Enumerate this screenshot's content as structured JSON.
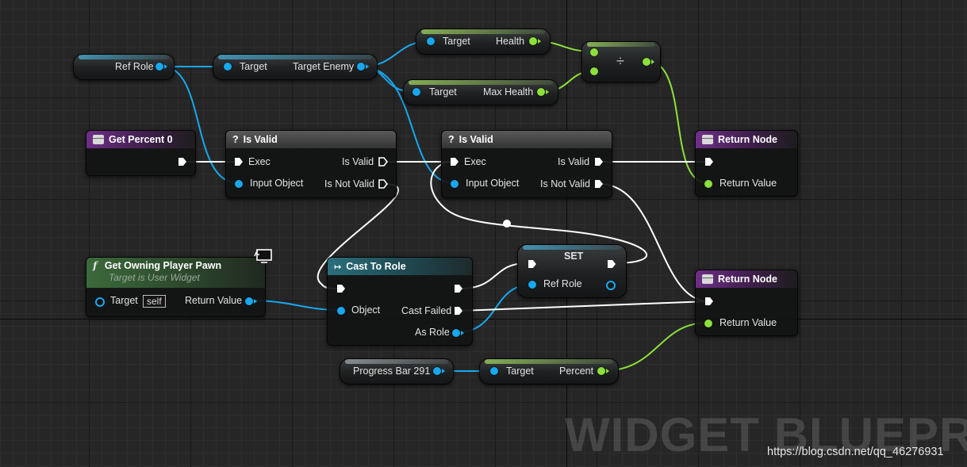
{
  "nodes": {
    "ref_role_var": {
      "label": "Ref Role"
    },
    "target_enemy_getter": {
      "target_label": "Target",
      "output_label": "Target Enemy"
    },
    "health_getter": {
      "target_label": "Target",
      "output_label": "Health"
    },
    "max_health_getter": {
      "target_label": "Target",
      "output_label": "Max Health"
    },
    "divide_node": {
      "symbol": "÷"
    },
    "get_percent": {
      "title": "Get Percent 0"
    },
    "is_valid_1": {
      "title": "Is Valid",
      "exec_label": "Exec",
      "input_label": "Input Object",
      "out_valid_label": "Is Valid",
      "out_not_valid_label": "Is Not Valid"
    },
    "is_valid_2": {
      "title": "Is Valid",
      "exec_label": "Exec",
      "input_label": "Input Object",
      "out_valid_label": "Is Valid",
      "out_not_valid_label": "Is Not Valid"
    },
    "return_node_1": {
      "title": "Return Node",
      "return_label": "Return Value"
    },
    "return_node_2": {
      "title": "Return Node",
      "return_label": "Return Value"
    },
    "get_owning_player_pawn": {
      "title": "Get Owning Player Pawn",
      "subtitle": "Target is User Widget",
      "target_label": "Target",
      "self_label": "self",
      "output_label": "Return Value"
    },
    "cast_to_role": {
      "title": "Cast To Role",
      "object_label": "Object",
      "cast_failed_label": "Cast Failed",
      "as_role_label": "As Role"
    },
    "set_node": {
      "title": "SET",
      "ref_role_label": "Ref Role"
    },
    "progress_bar_var": {
      "label": "Progress Bar 291"
    },
    "percent_getter": {
      "target_label": "Target",
      "output_label": "Percent"
    }
  },
  "watermark": "WIDGET BLUEPRINT",
  "url_watermark": "https://blog.csdn.net/qq_46276931",
  "colors": {
    "exec_wire": "#ffffff",
    "object_pin": "#17a8ef",
    "float_pin": "#8de03a",
    "grid_bg": "#262626"
  }
}
